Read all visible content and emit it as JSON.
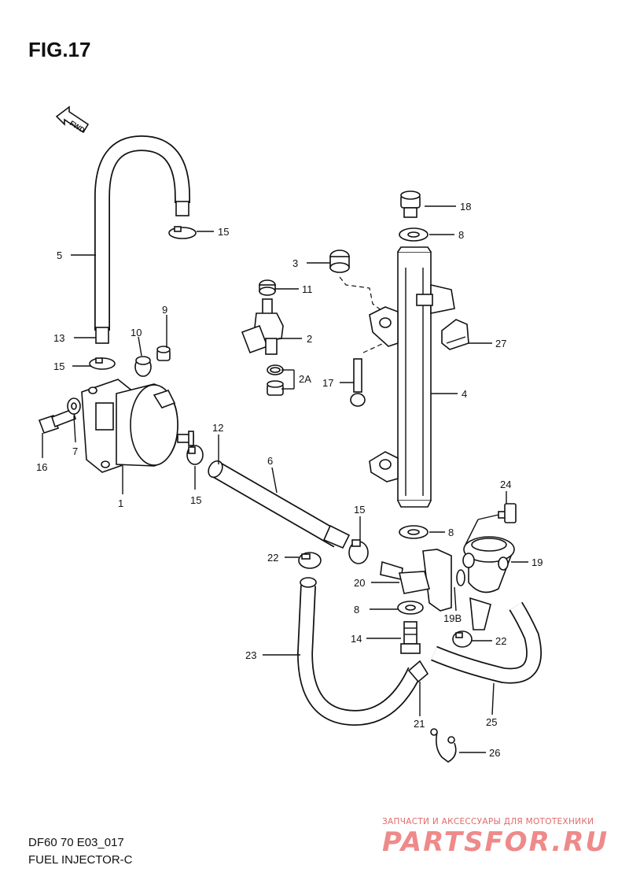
{
  "figure": {
    "title": "FIG.17",
    "model": "DF60 70 E03_017",
    "section": "FUEL INJECTOR-C",
    "fwd_label": "FWD"
  },
  "callouts": [
    {
      "id": "c18",
      "label": "18"
    },
    {
      "id": "c8a",
      "label": "8"
    },
    {
      "id": "c3",
      "label": "3"
    },
    {
      "id": "c11",
      "label": "11"
    },
    {
      "id": "c2",
      "label": "2"
    },
    {
      "id": "c2a",
      "label": "2A"
    },
    {
      "id": "c17",
      "label": "17"
    },
    {
      "id": "c4",
      "label": "4"
    },
    {
      "id": "c27",
      "label": "27"
    },
    {
      "id": "c15a",
      "label": "15"
    },
    {
      "id": "c5",
      "label": "5"
    },
    {
      "id": "c13",
      "label": "13"
    },
    {
      "id": "c15b",
      "label": "15"
    },
    {
      "id": "c10",
      "label": "10"
    },
    {
      "id": "c9",
      "label": "9"
    },
    {
      "id": "c16",
      "label": "16"
    },
    {
      "id": "c7",
      "label": "7"
    },
    {
      "id": "c1",
      "label": "1"
    },
    {
      "id": "c15c",
      "label": "15"
    },
    {
      "id": "c12",
      "label": "12"
    },
    {
      "id": "c6",
      "label": "6"
    },
    {
      "id": "c15d",
      "label": "15"
    },
    {
      "id": "c24",
      "label": "24"
    },
    {
      "id": "c8b",
      "label": "8"
    },
    {
      "id": "c19",
      "label": "19"
    },
    {
      "id": "c22a",
      "label": "22"
    },
    {
      "id": "c20",
      "label": "20"
    },
    {
      "id": "c8c",
      "label": "8"
    },
    {
      "id": "c19b",
      "label": "19B"
    },
    {
      "id": "c14",
      "label": "14"
    },
    {
      "id": "c22b",
      "label": "22"
    },
    {
      "id": "c23",
      "label": "23"
    },
    {
      "id": "c21",
      "label": "21"
    },
    {
      "id": "c25",
      "label": "25"
    },
    {
      "id": "c26",
      "label": "26"
    }
  ],
  "watermark": {
    "tagline": "ЗАПЧАСТИ И АКСЕССУАРЫ ДЛЯ МОТОТЕХНИКИ",
    "brand": "PARTSFOR.RU"
  }
}
